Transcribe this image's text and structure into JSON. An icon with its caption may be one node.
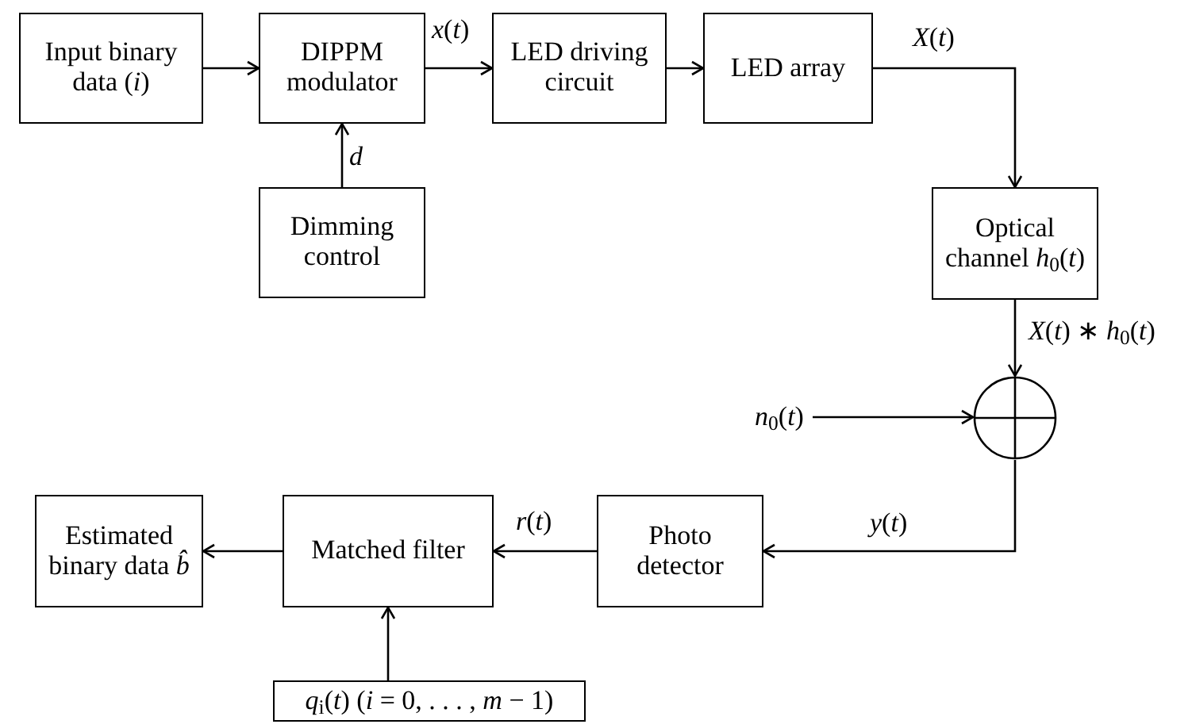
{
  "diagram": {
    "nodes": [
      {
        "text": [
          "Input binary data (*i*)"
        ]
      },
      {
        "text": [
          "DIPPM modulator"
        ]
      },
      {
        "text": [
          "LED driving circuit"
        ]
      },
      {
        "text": [
          "LED array"
        ]
      },
      {
        "text": [
          "Dimming control"
        ]
      },
      {
        "text": [
          "Optical channel *h*$_{0}$(*t*)"
        ]
      },
      {
        "text": [],
        "shape": "circle"
      },
      {
        "text": [
          "*n*$_{0}$(*t*)"
        ]
      },
      {
        "text": [
          "Photo detector"
        ]
      },
      {
        "text": [
          "Matched filter"
        ]
      },
      {
        "text": [
          "Estimated binary data *b̂*"
        ]
      },
      {
        "text": [
          "*q*$_{i}$(*t*) (*i* = 0, . . . , *m* − 1)"
        ]
      }
    ],
    "edges": [
      {
        "from": 0,
        "to": 1,
        "arrow": "to"
      },
      {
        "from": 1,
        "to": 2,
        "arrow": "to",
        "label": "*x*(*t*)"
      },
      {
        "from": 2,
        "to": 3,
        "arrow": "to"
      },
      {
        "from": 3,
        "to": 5,
        "arrow": "to",
        "label": "*X*(*t*)"
      },
      {
        "from": 4,
        "to": 1,
        "arrow": "to",
        "label": "*d*"
      },
      {
        "from": 5,
        "to": 6,
        "arrow": "to",
        "label": "*X*(*t*) ∗ *h*$_{0}$(*t*)"
      },
      {
        "from": 7,
        "to": 6,
        "arrow": "to"
      },
      {
        "from": 6,
        "to": 8,
        "arrow": "to",
        "label": "*y*(*t*)"
      },
      {
        "from": 8,
        "to": 9,
        "arrow": "to",
        "label": "*r*(*t*)"
      },
      {
        "from": 9,
        "to": 10,
        "arrow": "to"
      },
      {
        "from": 11,
        "to": 9,
        "arrow": "to"
      }
    ]
  }
}
